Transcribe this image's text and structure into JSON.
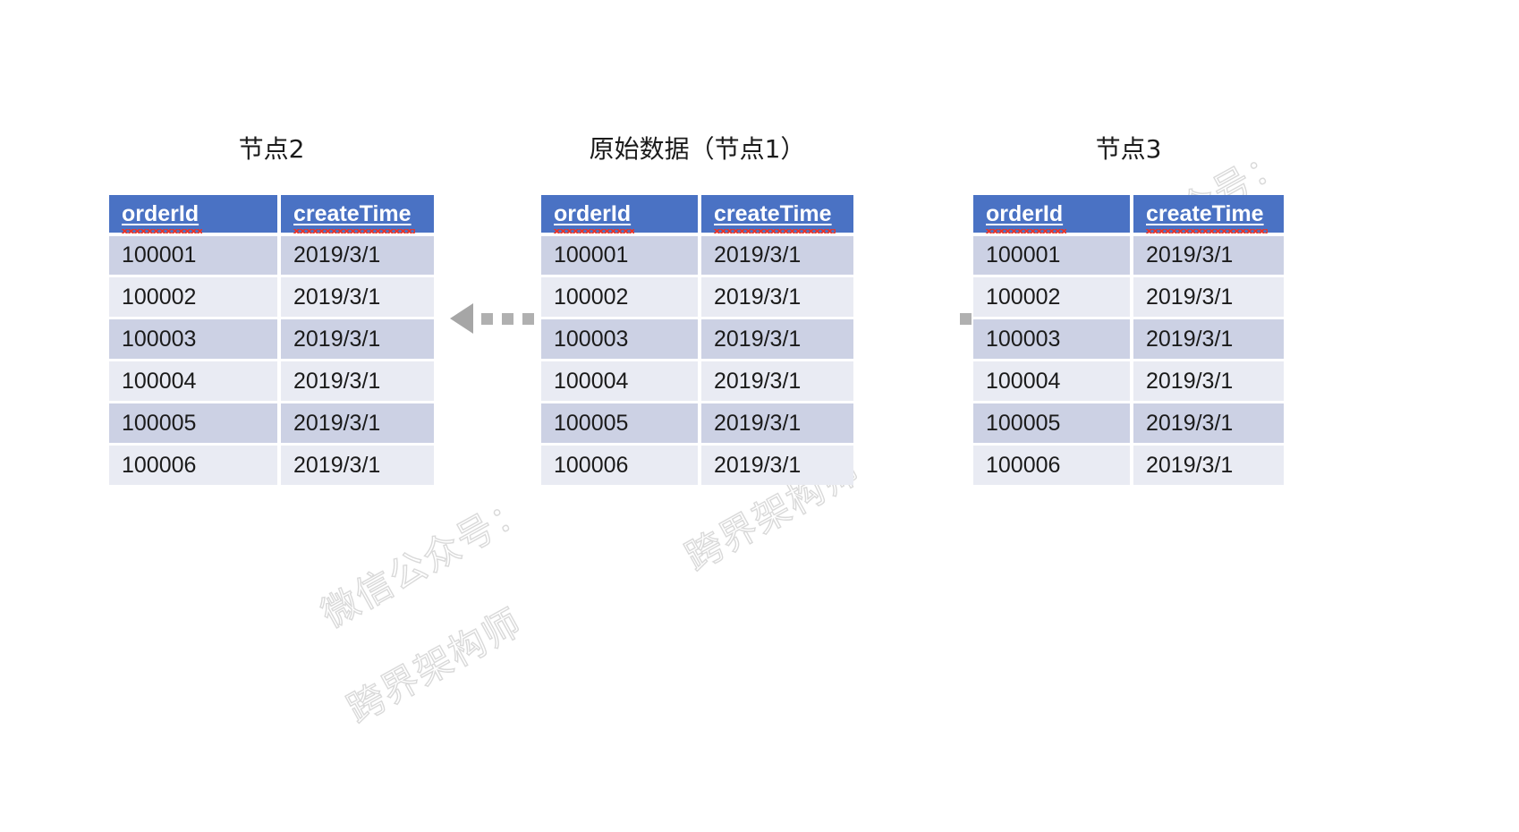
{
  "page": {
    "background": "#ffffff",
    "header_color": "#4a72c4",
    "row_odd_color": "#ccd1e4",
    "row_even_color": "#e9ebf3",
    "arrow_color": "#a6a6a6",
    "spellcheck_underline_color": "#e8342a"
  },
  "watermark": {
    "line1": "微信公众号：",
    "line2": "跨界架构师"
  },
  "columns": [
    "orderId",
    "createTime"
  ],
  "tables": [
    {
      "title": "节点2",
      "columns": [
        "orderId",
        "createTime"
      ],
      "rows": [
        [
          "100001",
          "2019/3/1"
        ],
        [
          "100002",
          "2019/3/1"
        ],
        [
          "100003",
          "2019/3/1"
        ],
        [
          "100004",
          "2019/3/1"
        ],
        [
          "100005",
          "2019/3/1"
        ],
        [
          "100006",
          "2019/3/1"
        ]
      ]
    },
    {
      "title": "原始数据（节点1）",
      "columns": [
        "orderId",
        "createTime"
      ],
      "rows": [
        [
          "100001",
          "2019/3/1"
        ],
        [
          "100002",
          "2019/3/1"
        ],
        [
          "100003",
          "2019/3/1"
        ],
        [
          "100004",
          "2019/3/1"
        ],
        [
          "100005",
          "2019/3/1"
        ],
        [
          "100006",
          "2019/3/1"
        ]
      ]
    },
    {
      "title": "节点3",
      "columns": [
        "orderId",
        "createTime"
      ],
      "rows": [
        [
          "100001",
          "2019/3/1"
        ],
        [
          "100002",
          "2019/3/1"
        ],
        [
          "100003",
          "2019/3/1"
        ],
        [
          "100004",
          "2019/3/1"
        ],
        [
          "100005",
          "2019/3/1"
        ],
        [
          "100006",
          "2019/3/1"
        ]
      ]
    }
  ],
  "arrows": [
    {
      "name": "arrow-to-node2",
      "direction": "left",
      "dashes": 3
    },
    {
      "name": "arrow-to-node3",
      "direction": "right",
      "dashes": 4
    }
  ]
}
